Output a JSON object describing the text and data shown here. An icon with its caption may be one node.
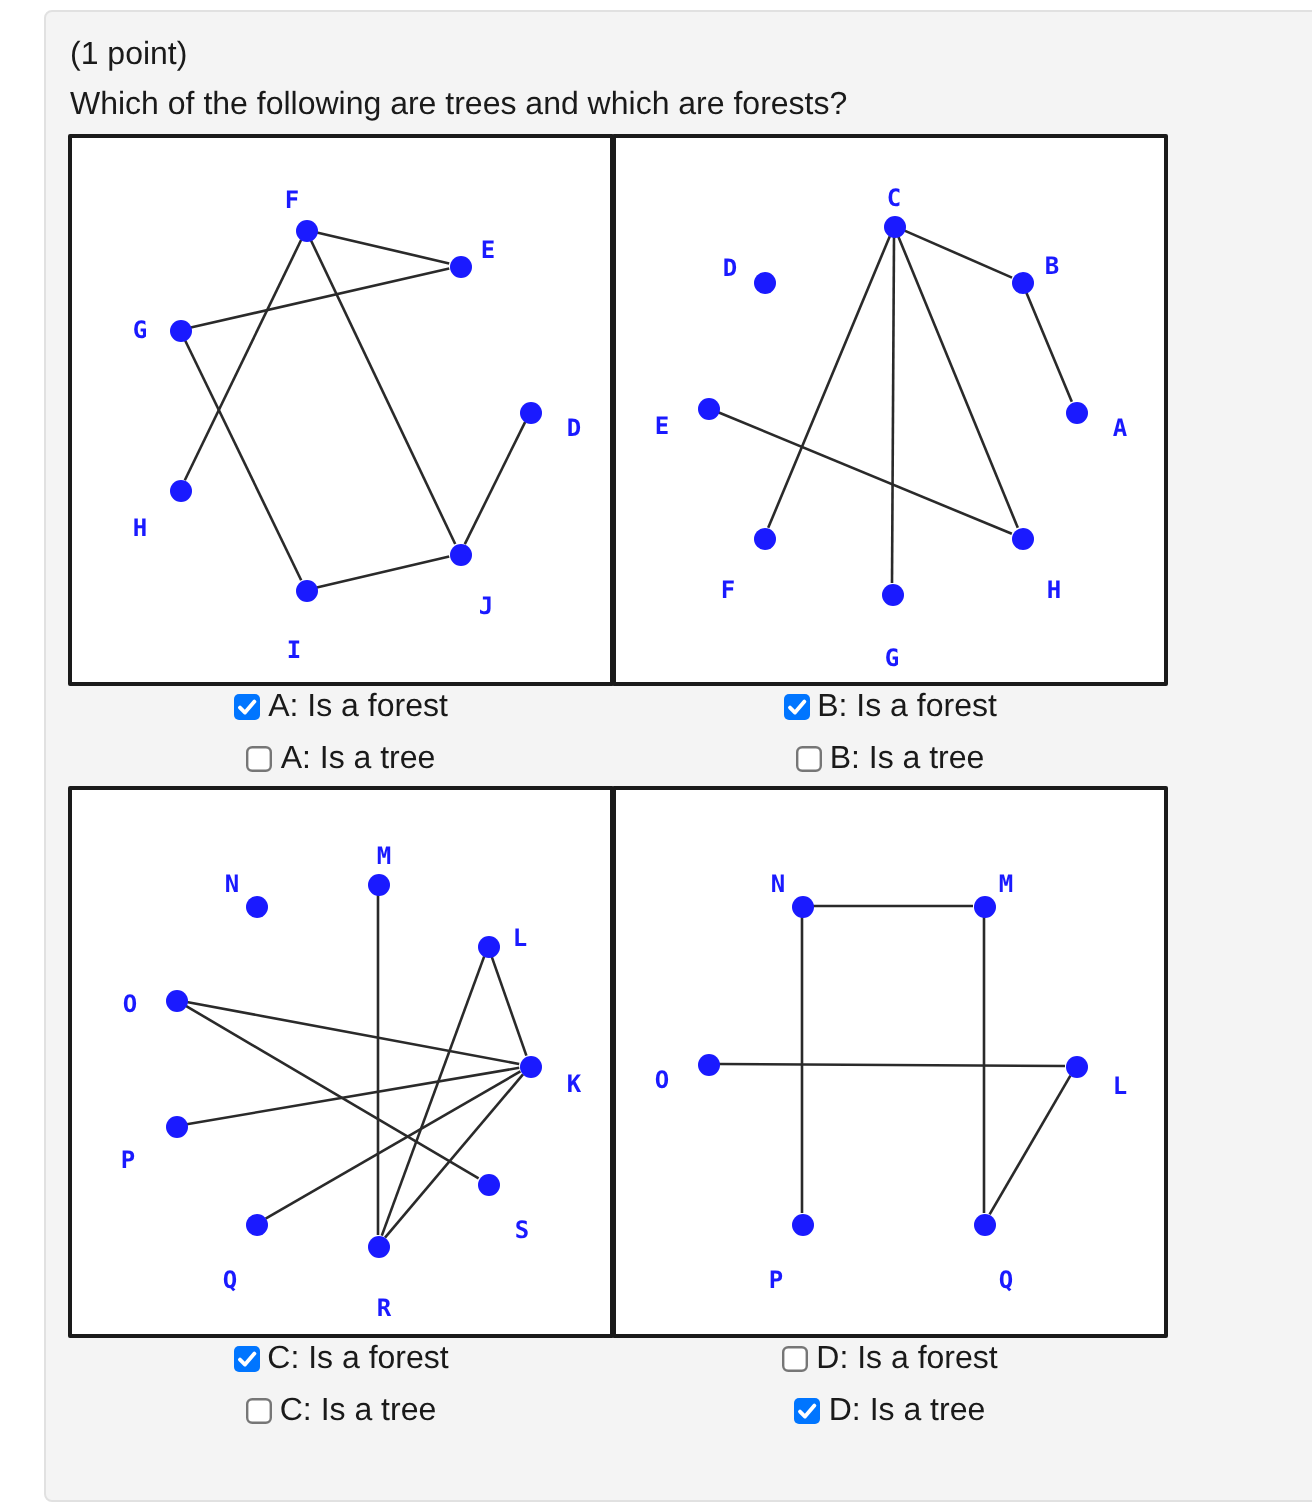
{
  "diagram": {
    "title": "Which of the following are trees and which are forests?",
    "nodes": [
      {
        "text": [],
        "shape": "box"
      },
      {
        "text": [],
        "shape": "circle",
        "beside": [
          "F"
        ],
        "in": 0
      },
      {
        "text": [],
        "shape": "circle",
        "beside": [
          "E"
        ],
        "in": 0
      },
      {
        "text": [],
        "shape": "circle",
        "beside": [
          "G"
        ],
        "in": 0
      },
      {
        "text": [],
        "shape": "circle",
        "beside": [
          "D"
        ],
        "in": 0
      },
      {
        "text": [],
        "shape": "circle",
        "beside": [
          "H"
        ],
        "in": 0
      },
      {
        "text": [],
        "shape": "circle",
        "beside": [
          "J"
        ],
        "in": 0
      },
      {
        "text": [],
        "shape": "circle",
        "beside": [
          "I"
        ],
        "in": 0
      },
      {
        "text": [],
        "shape": "box"
      },
      {
        "text": [],
        "shape": "circle",
        "beside": [
          "C"
        ],
        "in": 8
      },
      {
        "text": [],
        "shape": "circle",
        "beside": [
          "D"
        ],
        "in": 8
      },
      {
        "text": [],
        "shape": "circle",
        "beside": [
          "B"
        ],
        "in": 8
      },
      {
        "text": [],
        "shape": "circle",
        "beside": [
          "E"
        ],
        "in": 8
      },
      {
        "text": [],
        "shape": "circle",
        "beside": [
          "A"
        ],
        "in": 8
      },
      {
        "text": [],
        "shape": "circle",
        "beside": [
          "F"
        ],
        "in": 8
      },
      {
        "text": [],
        "shape": "circle",
        "beside": [
          "H"
        ],
        "in": 8
      },
      {
        "text": [],
        "shape": "circle",
        "beside": [
          "G"
        ],
        "in": 8
      },
      {
        "text": [],
        "shape": "box"
      },
      {
        "text": [],
        "shape": "circle",
        "beside": [
          "M"
        ],
        "in": 17
      },
      {
        "text": [],
        "shape": "circle",
        "beside": [
          "N"
        ],
        "in": 17
      },
      {
        "text": [],
        "shape": "circle",
        "beside": [
          "L"
        ],
        "in": 17
      },
      {
        "text": [],
        "shape": "circle",
        "beside": [
          "O"
        ],
        "in": 17
      },
      {
        "text": [],
        "shape": "circle",
        "beside": [
          "K"
        ],
        "in": 17
      },
      {
        "text": [],
        "shape": "circle",
        "beside": [
          "P"
        ],
        "in": 17
      },
      {
        "text": [],
        "shape": "circle",
        "beside": [
          "S"
        ],
        "in": 17
      },
      {
        "text": [],
        "shape": "circle",
        "beside": [
          "Q"
        ],
        "in": 17
      },
      {
        "text": [],
        "shape": "circle",
        "beside": [
          "R"
        ],
        "in": 17
      },
      {
        "text": [],
        "shape": "box"
      },
      {
        "text": [],
        "shape": "circle",
        "beside": [
          "N"
        ],
        "in": 27
      },
      {
        "text": [],
        "shape": "circle",
        "beside": [
          "M"
        ],
        "in": 27
      },
      {
        "text": [],
        "shape": "circle",
        "beside": [
          "O"
        ],
        "in": 27
      },
      {
        "text": [],
        "shape": "circle",
        "beside": [
          "L"
        ],
        "in": 27
      },
      {
        "text": [],
        "shape": "circle",
        "beside": [
          "P"
        ],
        "in": 27
      },
      {
        "text": [],
        "shape": "circle",
        "beside": [
          "Q"
        ],
        "in": 27
      }
    ],
    "edges": [
      {
        "from": 1,
        "to": 2,
        "arrow": "none"
      },
      {
        "from": 3,
        "to": 2,
        "arrow": "none"
      },
      {
        "from": 1,
        "to": 5,
        "arrow": "none"
      },
      {
        "from": 3,
        "to": 7,
        "arrow": "none"
      },
      {
        "from": 1,
        "to": 6,
        "arrow": "none"
      },
      {
        "from": 7,
        "to": 6,
        "arrow": "none"
      },
      {
        "from": 6,
        "to": 4,
        "arrow": "none"
      },
      {
        "from": 9,
        "to": 11,
        "arrow": "none"
      },
      {
        "from": 11,
        "to": 13,
        "arrow": "none"
      },
      {
        "from": 9,
        "to": 14,
        "arrow": "none"
      },
      {
        "from": 9,
        "to": 16,
        "arrow": "none"
      },
      {
        "from": 9,
        "to": 15,
        "arrow": "none"
      },
      {
        "from": 12,
        "to": 15,
        "arrow": "none"
      },
      {
        "from": 18,
        "to": 26,
        "arrow": "none"
      },
      {
        "from": 20,
        "to": 22,
        "arrow": "none"
      },
      {
        "from": 20,
        "to": 26,
        "arrow": "none"
      },
      {
        "from": 21,
        "to": 22,
        "arrow": "none"
      },
      {
        "from": 21,
        "to": 24,
        "arrow": "none"
      },
      {
        "from": 23,
        "to": 22,
        "arrow": "none"
      },
      {
        "from": 25,
        "to": 22,
        "arrow": "none"
      },
      {
        "from": 22,
        "to": 26,
        "arrow": "none"
      },
      {
        "from": 28,
        "to": 29,
        "arrow": "none"
      },
      {
        "from": 28,
        "to": 32,
        "arrow": "none"
      },
      {
        "from": 29,
        "to": 33,
        "arrow": "none"
      },
      {
        "from": 30,
        "to": 31,
        "arrow": "none"
      },
      {
        "from": 31,
        "to": 33,
        "arrow": "none"
      }
    ],
    "labels": [
      "(1 point)",
      "A: Is a forest",
      "B: Is a forest",
      "A: Is a tree",
      "B: Is a tree",
      "C: Is a forest",
      "D: Is a forest",
      "C: Is a tree",
      "D: Is a tree"
    ]
  }
}
